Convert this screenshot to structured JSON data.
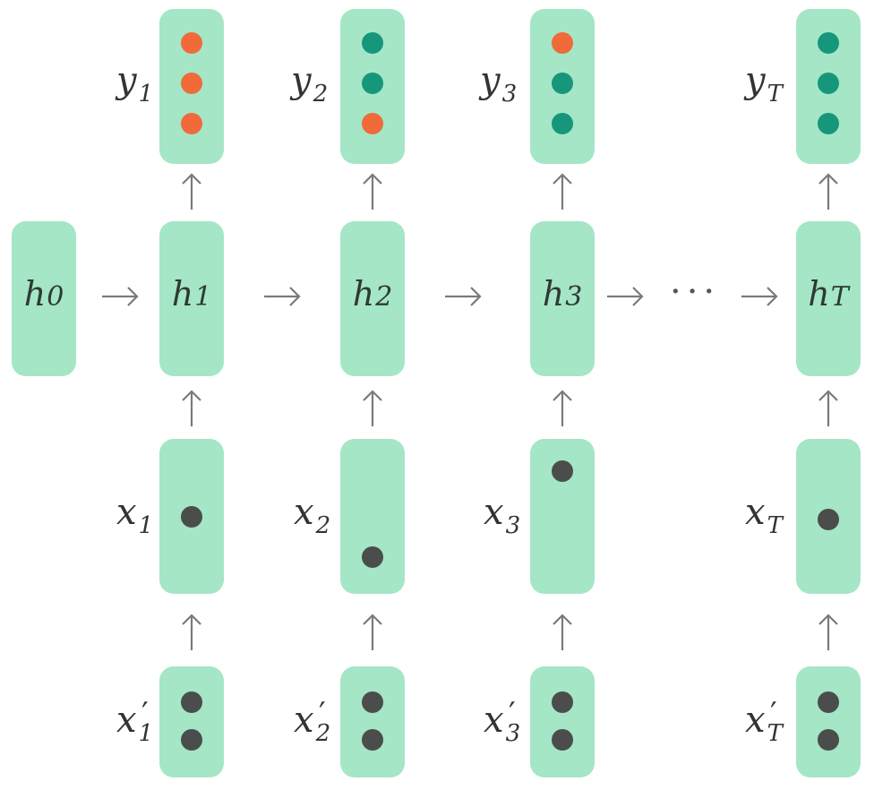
{
  "colors": {
    "box": "#a4e6c6",
    "orange": "#f06a3a",
    "teal": "#16977b",
    "dark": "#4a4d4b",
    "arrow": "#7a7a7a"
  },
  "hidden": [
    {
      "base": "h",
      "sub": "0"
    },
    {
      "base": "h",
      "sub": "1"
    },
    {
      "base": "h",
      "sub": "2"
    },
    {
      "base": "h",
      "sub": "3"
    },
    {
      "base": "h",
      "sub": "T"
    }
  ],
  "outputs": [
    {
      "base": "y",
      "sub": "1",
      "dots": [
        "orange",
        "orange",
        "orange"
      ]
    },
    {
      "base": "y",
      "sub": "2",
      "dots": [
        "teal",
        "teal",
        "orange"
      ]
    },
    {
      "base": "y",
      "sub": "3",
      "dots": [
        "orange",
        "teal",
        "teal"
      ]
    },
    {
      "base": "y",
      "sub": "T",
      "dots": [
        "teal",
        "teal",
        "teal"
      ]
    }
  ],
  "inputs": [
    {
      "base": "x",
      "sub": "1",
      "dot_position": "middle"
    },
    {
      "base": "x",
      "sub": "2",
      "dot_position": "bottom"
    },
    {
      "base": "x",
      "sub": "3",
      "dot_position": "top"
    },
    {
      "base": "x",
      "sub": "T",
      "dot_position": "middle"
    }
  ],
  "raw_inputs": [
    {
      "base": "x",
      "prime": "′",
      "sub": "1"
    },
    {
      "base": "x",
      "prime": "′",
      "sub": "2"
    },
    {
      "base": "x",
      "prime": "′",
      "sub": "3"
    },
    {
      "base": "x",
      "prime": "′",
      "sub": "T"
    }
  ],
  "ellipsis": "···"
}
